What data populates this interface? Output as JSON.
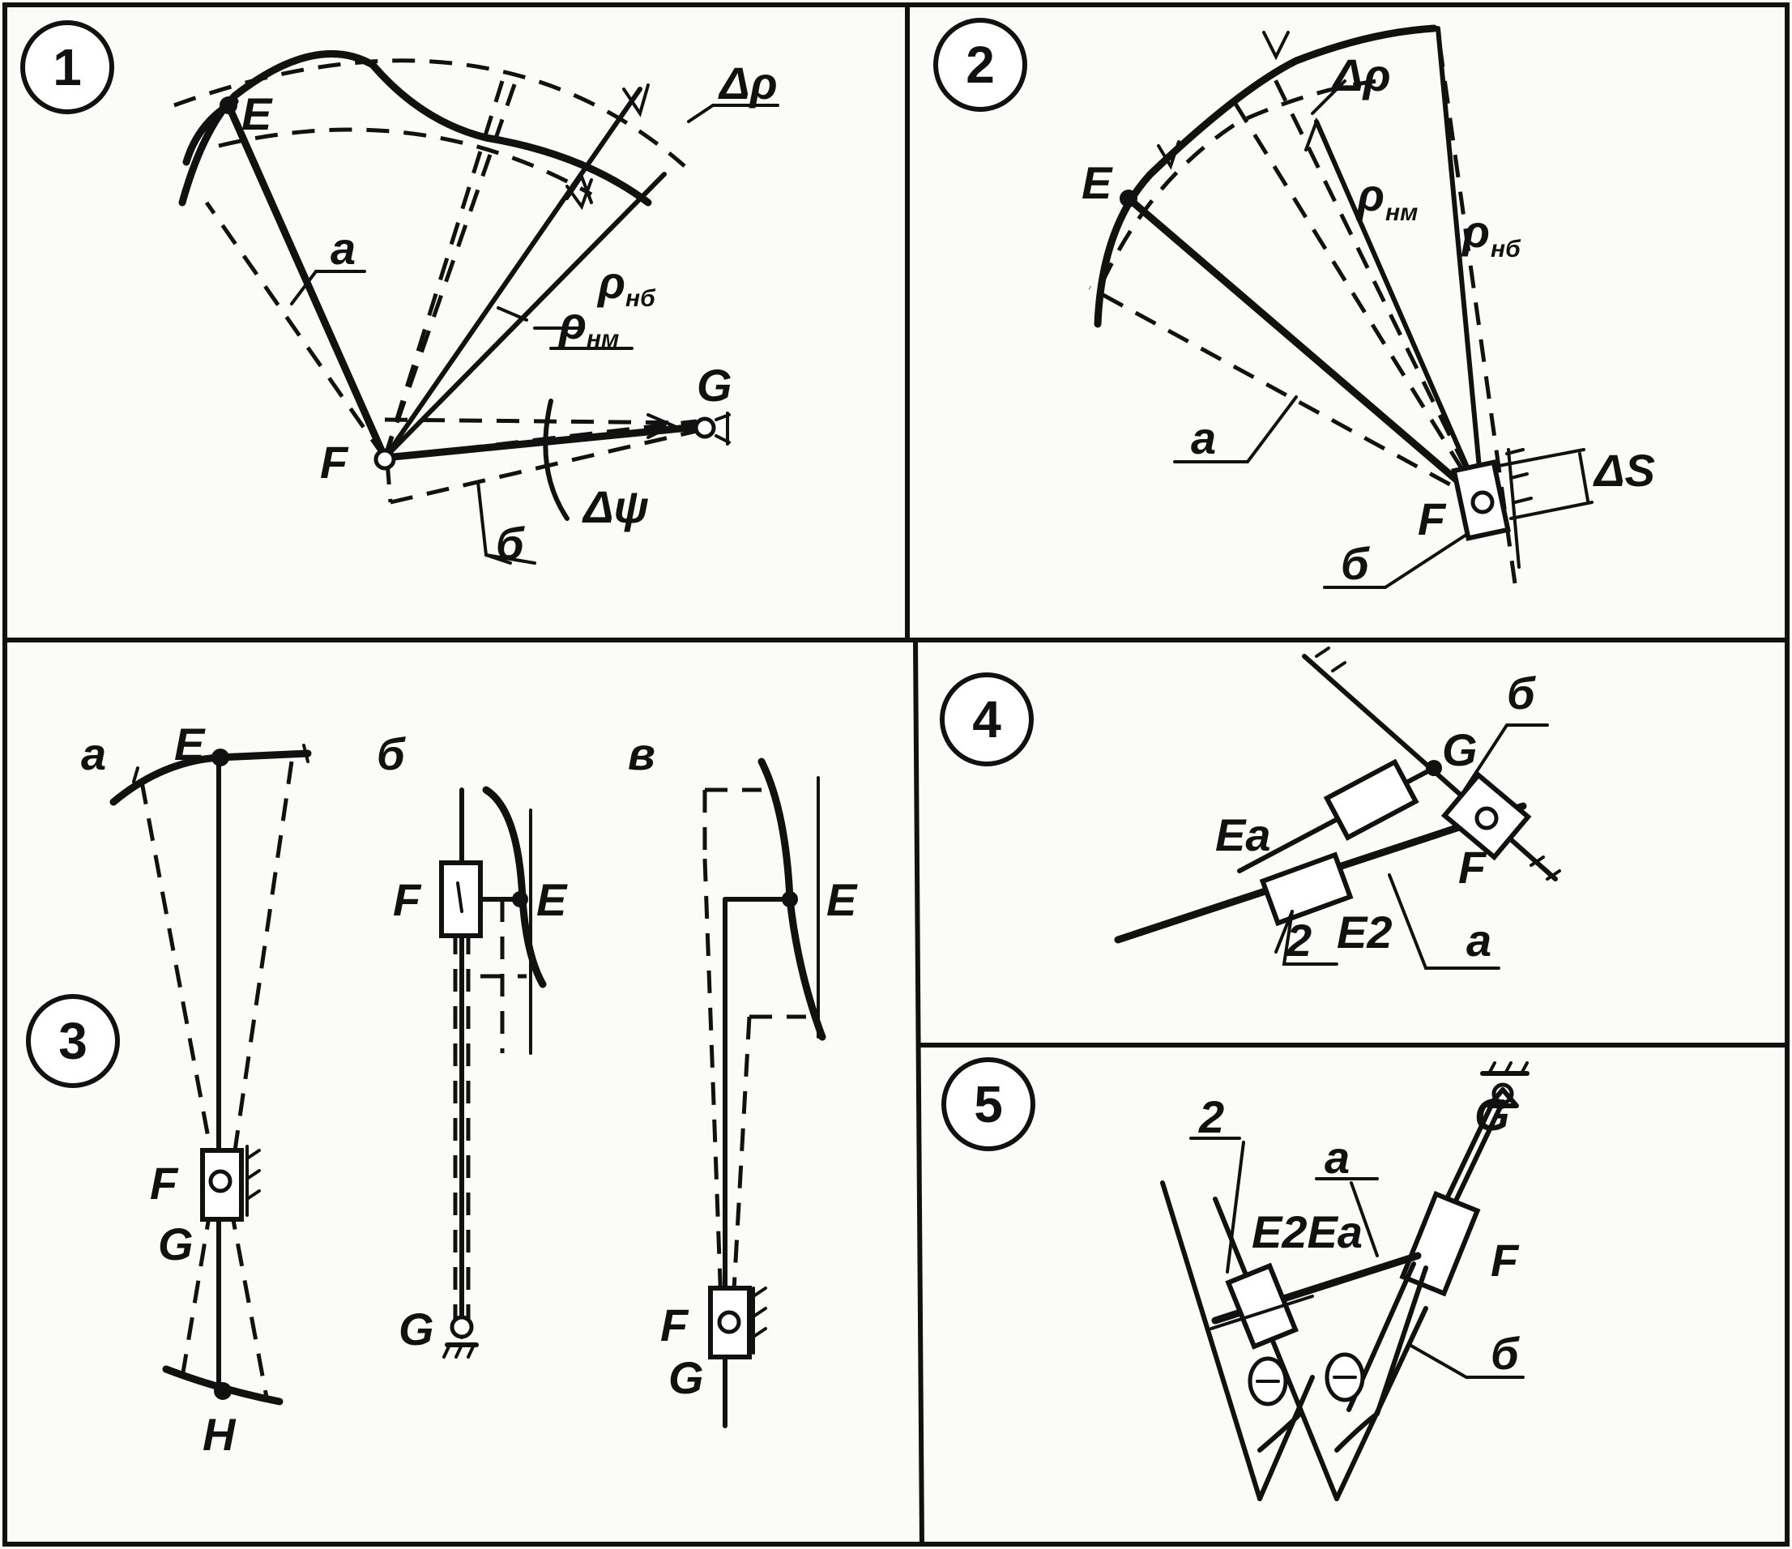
{
  "panels": {
    "p1": {
      "number": "1",
      "labels": {
        "E": "E",
        "F": "F",
        "G": "G",
        "a": "a",
        "b": "б",
        "delta_rho": "Δρ",
        "rho_max": "ρ",
        "rho_max_sub": "нб",
        "rho_min": "ρ",
        "rho_min_sub": "нм",
        "delta_psi": "Δψ"
      }
    },
    "p2": {
      "number": "2",
      "labels": {
        "E": "E",
        "F": "F",
        "a": "a",
        "b": "б",
        "delta_rho": "Δρ",
        "rho_min": "ρ",
        "rho_min_sub": "нм",
        "rho_max": "ρ",
        "rho_max_sub": "нб",
        "delta_s": "ΔS"
      }
    },
    "p3": {
      "number": "3",
      "labels": {
        "a": "a",
        "b": "б",
        "v": "в",
        "E_a": "E",
        "F_a": "F",
        "G_a": "G",
        "H_a": "H",
        "F_b": "F",
        "E_b": "E",
        "G_b": "G",
        "E_v": "E",
        "F_v": "F",
        "G_v": "G"
      }
    },
    "p4": {
      "number": "4",
      "labels": {
        "G": "G",
        "b": "б",
        "Ea": "Ea",
        "F": "F",
        "E2": "E2",
        "a": "a",
        "g": "2"
      }
    },
    "p5": {
      "number": "5",
      "labels": {
        "G": "G",
        "g": "2",
        "a": "a",
        "E2Ea": "E2Ea",
        "F": "F",
        "b": "б",
        "theta1": "Θ",
        "theta2": "Θ"
      }
    }
  }
}
